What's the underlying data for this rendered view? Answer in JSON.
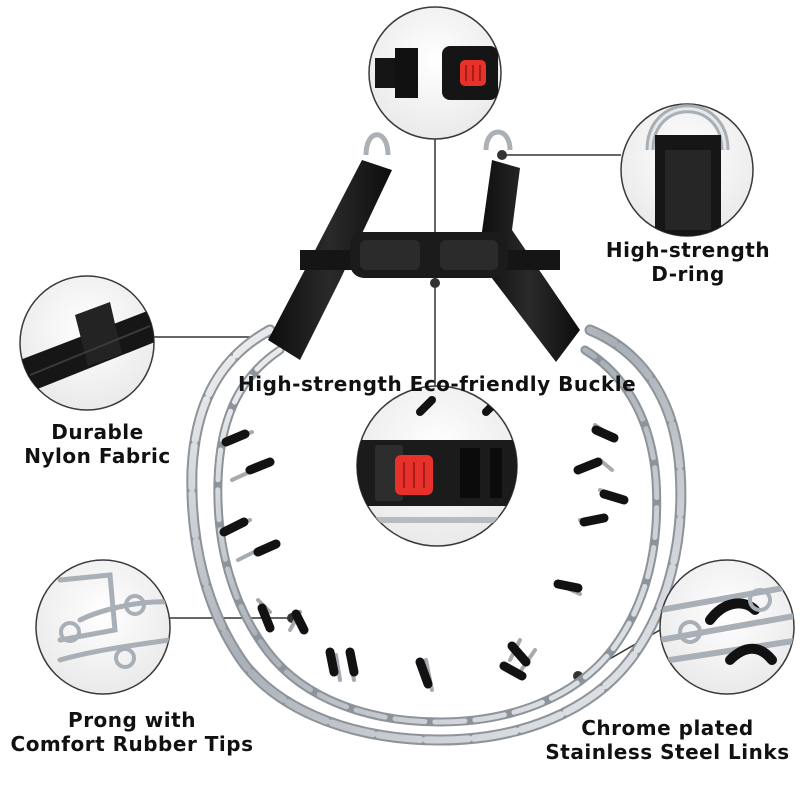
{
  "callouts": {
    "buckle_top": {
      "icon": "side-release-buckle-closeup"
    },
    "d_ring": {
      "icon": "d-ring-closeup",
      "lines": [
        "High-strength",
        "D-ring"
      ]
    },
    "nylon": {
      "icon": "nylon-strap-closeup",
      "lines": [
        "Durable",
        "Nylon Fabric"
      ]
    },
    "buckle_mid": {
      "icon": "buckle-closeup",
      "text": "High-strength Eco-friendly Buckle"
    },
    "prong": {
      "icon": "prong-tip-closeup",
      "lines": [
        "Prong with",
        "Comfort Rubber Tips"
      ]
    },
    "links": {
      "icon": "chain-links-closeup",
      "lines": [
        "Chrome plated",
        "Stainless Steel Links"
      ]
    }
  },
  "colors": {
    "strap": "#161616",
    "buckle_release": "#e8312a",
    "chrome": "#b9bec4",
    "rubber_tip": "#101010",
    "leader_line": "#333333",
    "circle_border": "#3a3a3a"
  }
}
